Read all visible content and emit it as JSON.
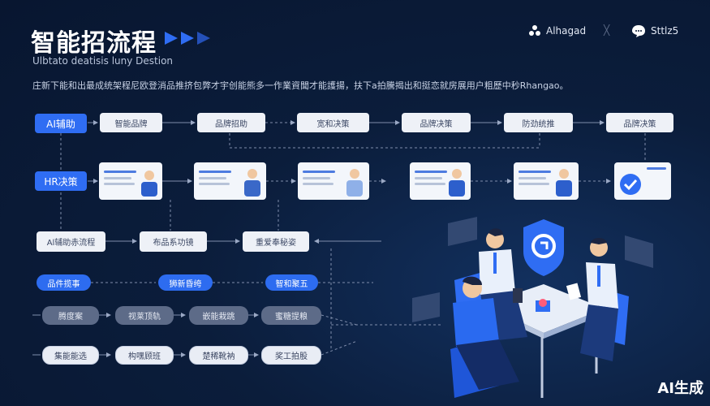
{
  "header": {
    "title": "智能招流程",
    "subtitle": "Ulbtato deatisis luny Destion",
    "description": "庄新下能和出最成统架程尼欧登消品推挤包弊才宇创能熊多一作業資聞才能護揚，扶下a拍騰揭出和挺恋就房展用户粗歷中秒Rhangao。",
    "right_item_1": "Alhagad",
    "right_item_2": "Sttlz5",
    "separator": "╳"
  },
  "row1": {
    "label": "AI辅助",
    "steps": [
      "智能品牌",
      "品牌招助",
      "宽和决策",
      "品牌决策",
      "防劲统推",
      "品牌决策"
    ]
  },
  "row2": {
    "label": "HR决策",
    "cards": [
      "card-1",
      "card-2",
      "card-3",
      "card-4",
      "card-5",
      "card-6"
    ]
  },
  "row3": {
    "steps": [
      "Al辅助赤流程",
      "布品系功镜",
      "重爱奉秘姿"
    ]
  },
  "row4": {
    "pills": [
      "品件揽事",
      "狮新昏绔",
      "智和聚五"
    ]
  },
  "row5": {
    "pills": [
      "腾度案",
      "视莱顶轨",
      "嵌能栽跳",
      "蜜糖提粮"
    ]
  },
  "row6": {
    "pills": [
      "集能能选",
      "构嘿顾班",
      "楚稀靴衲",
      "奖工拍股"
    ]
  },
  "watermark": "AI生成",
  "colors": {
    "background": "#0a1a33",
    "accent": "#2f6df3",
    "panel": "#eef1f7",
    "gray_pill": "#5d6b88"
  }
}
